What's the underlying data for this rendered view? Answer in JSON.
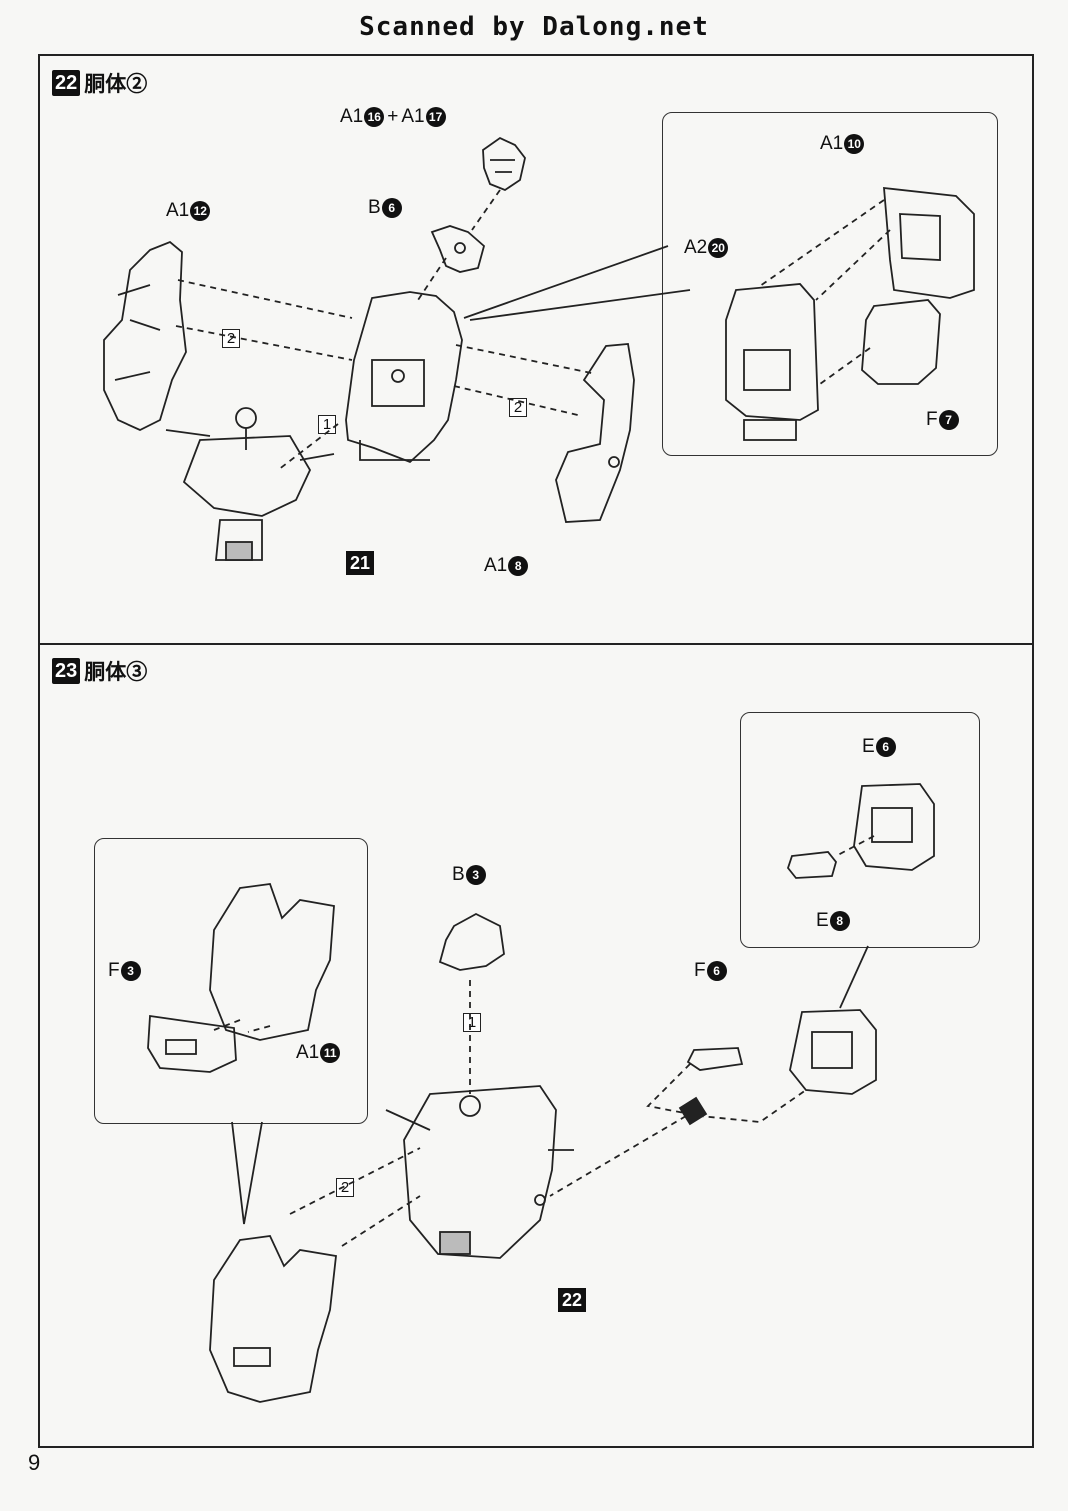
{
  "header": {
    "scan_credit": "Scanned by Dalong.net"
  },
  "page_number": "9",
  "step22": {
    "number": "22",
    "title": "胴体②",
    "labels": {
      "a16_a17_prefix": "A1",
      "a16": "16",
      "plus": "+",
      "a17_prefix": "A1",
      "a17": "17",
      "b6_prefix": "B",
      "b6": "6",
      "a12_prefix": "A1",
      "a12": "12",
      "a10_prefix": "A1",
      "a10": "10",
      "a20_prefix": "A2",
      "a20": "20",
      "f7_prefix": "F",
      "f7": "7",
      "a8_prefix": "A1",
      "a8": "8"
    },
    "ref_badge": "21",
    "counts": {
      "left": "2",
      "center": "1",
      "right": "2"
    }
  },
  "step23": {
    "number": "23",
    "title": "胴体③",
    "labels": {
      "e6_prefix": "E",
      "e6": "6",
      "e8_prefix": "E",
      "e8": "8",
      "b3_prefix": "B",
      "b3": "3",
      "f6_prefix": "F",
      "f6": "6",
      "f3_prefix": "F",
      "f3": "3",
      "a11_prefix": "A1",
      "a11": "11"
    },
    "ref_badge": "22",
    "counts": {
      "top": "1",
      "left": "2"
    }
  }
}
